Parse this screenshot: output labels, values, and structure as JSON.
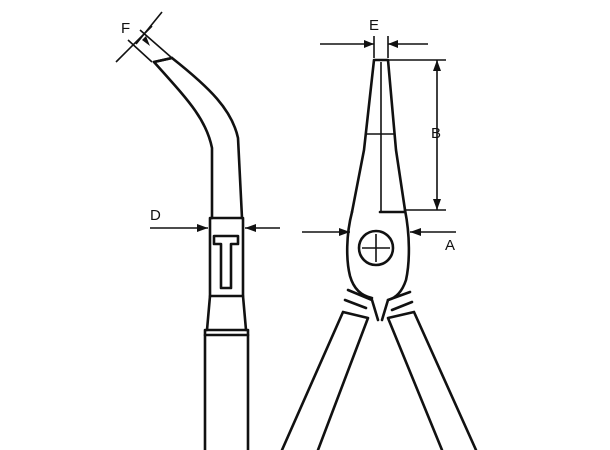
{
  "dimension_labels": {
    "a": "A",
    "b": "B",
    "d": "D",
    "e": "E",
    "f": "F"
  }
}
